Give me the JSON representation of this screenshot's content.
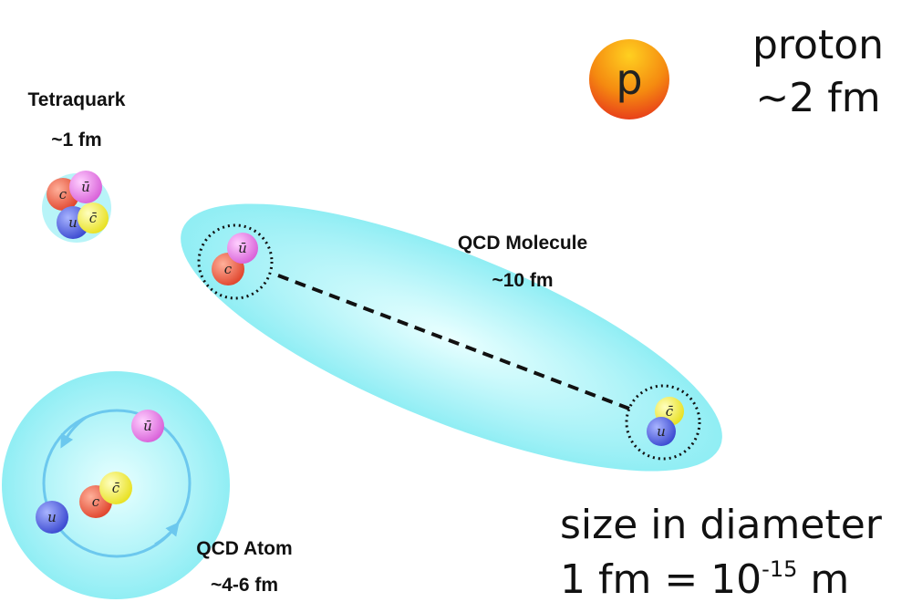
{
  "tetraquark": {
    "title": "Tetraquark",
    "size": "~1 fm",
    "quarks": [
      "c",
      "ū",
      "u",
      "c̄"
    ]
  },
  "molecule": {
    "title": "QCD Molecule",
    "size": "~10 fm",
    "pair1": [
      "c",
      "ū"
    ],
    "pair2": [
      "c̄",
      "u"
    ]
  },
  "atom": {
    "title": "QCD Atom",
    "size": "~4-6 fm",
    "quarks": [
      "ū",
      "u",
      "c",
      "c̄"
    ]
  },
  "proton": {
    "symbol": "p",
    "name": "proton",
    "size": "~2 fm"
  },
  "note": {
    "line1": "size in diameter",
    "line2_prefix": "1 fm = 10",
    "exponent": "-15",
    "line2_suffix": " m"
  },
  "colors": {
    "c": "#e8503a",
    "anti_u": "#e070e0",
    "u": "#4a5be0",
    "anti_c": "#f0ea30",
    "cloud": "#8ef0f5",
    "proton": "#f07010"
  }
}
